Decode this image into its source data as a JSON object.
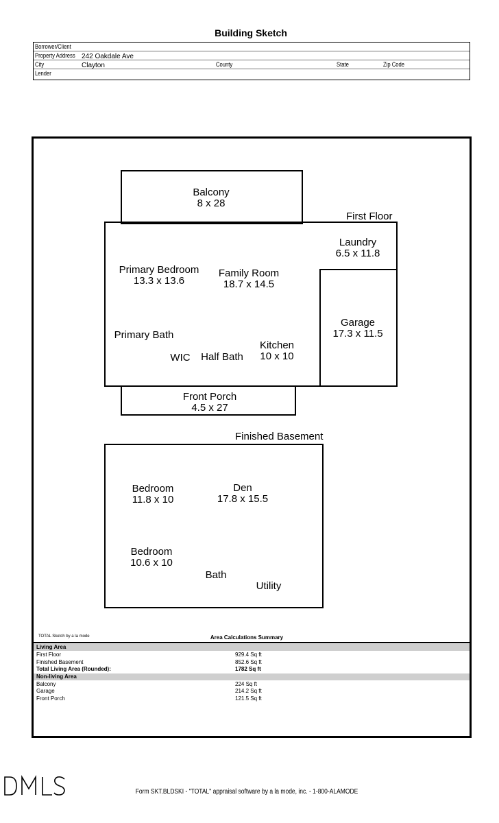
{
  "title": "Building Sketch",
  "header": {
    "borrower_label": "Borrower/Client",
    "address_label": "Property Address",
    "address_value": "242 Oakdale Ave",
    "city_label": "City",
    "city_value": "Clayton",
    "county_label": "County",
    "state_label": "State",
    "zip_label": "Zip Code",
    "lender_label": "Lender"
  },
  "floors": {
    "first": "First Floor",
    "basement": "Finished Basement"
  },
  "rooms": {
    "balcony": {
      "name": "Balcony",
      "dims": "8 x 28"
    },
    "laundry": {
      "name": "Laundry",
      "dims": "6.5 x 11.8"
    },
    "primary_bedroom": {
      "name": "Primary Bedroom",
      "dims": "13.3 x 13.6"
    },
    "family_room": {
      "name": "Family Room",
      "dims": "18.7 x 14.5"
    },
    "garage": {
      "name": "Garage",
      "dims": "17.3 x 11.5"
    },
    "primary_bath": {
      "name": "Primary Bath"
    },
    "kitchen": {
      "name": "Kitchen",
      "dims": "10 x 10"
    },
    "wic": {
      "name": "WIC"
    },
    "half_bath": {
      "name": "Half Bath"
    },
    "front_porch": {
      "name": "Front Porch",
      "dims": "4.5 x 27"
    },
    "bedroom1": {
      "name": "Bedroom",
      "dims": "11.8 x 10"
    },
    "den": {
      "name": "Den",
      "dims": "17.8 x 15.5"
    },
    "bedroom2": {
      "name": "Bedroom",
      "dims": "10.6 x 10"
    },
    "bath": {
      "name": "Bath"
    },
    "utility": {
      "name": "Utility"
    }
  },
  "summary": {
    "credit": "TOTAL Sketch by a la mode",
    "title": "Area Calculations Summary",
    "living_header": "Living Area",
    "living": [
      {
        "label": "First Floor",
        "value": "929.4 Sq ft"
      },
      {
        "label": "Finished Basement",
        "value": "852.6 Sq ft"
      }
    ],
    "total_label": "Total Living Area (Rounded):",
    "total_value": "1782 Sq ft",
    "nonliving_header": "Non-living Area",
    "nonliving": [
      {
        "label": "Balcony",
        "value": "224 Sq ft"
      },
      {
        "label": "Garage",
        "value": "214.2 Sq ft"
      },
      {
        "label": "Front Porch",
        "value": "121.5 Sq ft"
      }
    ]
  },
  "footer": "Form SKT.BLDSKI - \"TOTAL\" appraisal software by a la mode, inc. - 1-800-ALAMODE",
  "logo_text": "DMLS"
}
